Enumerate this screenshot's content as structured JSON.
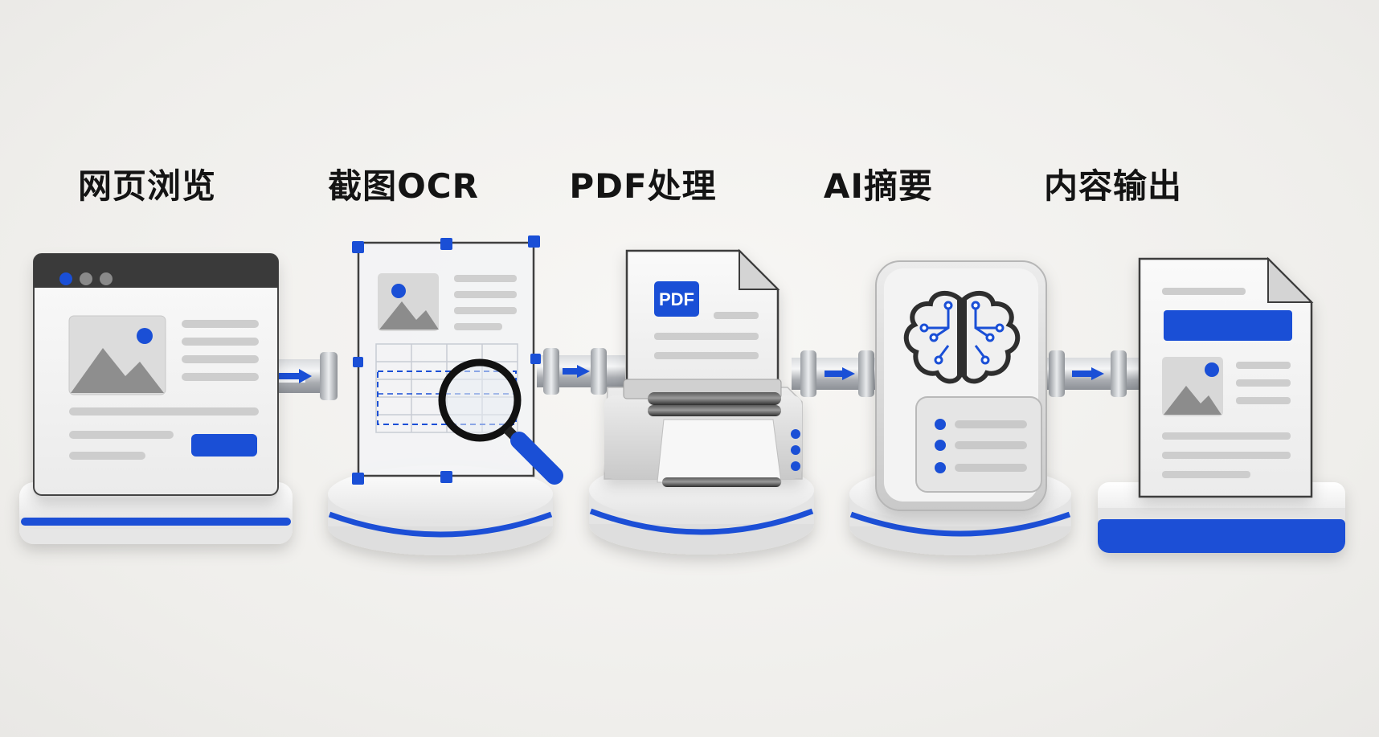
{
  "steps": [
    {
      "title": "网页浏览",
      "icon": "browser-window-icon"
    },
    {
      "title": "截图OCR",
      "icon": "screenshot-ocr-icon"
    },
    {
      "title": "PDF处理",
      "icon": "pdf-printer-icon"
    },
    {
      "title": "AI摘要",
      "icon": "ai-brain-icon"
    },
    {
      "title": "内容输出",
      "icon": "output-document-icon"
    }
  ],
  "pdf_badge": "PDF",
  "colors": {
    "accent": "#1a4fd6",
    "panel": "#f4f4f4",
    "frame": "#3a3a3a",
    "line": "#c9c9c9",
    "pipe": "#b9bcc0"
  }
}
